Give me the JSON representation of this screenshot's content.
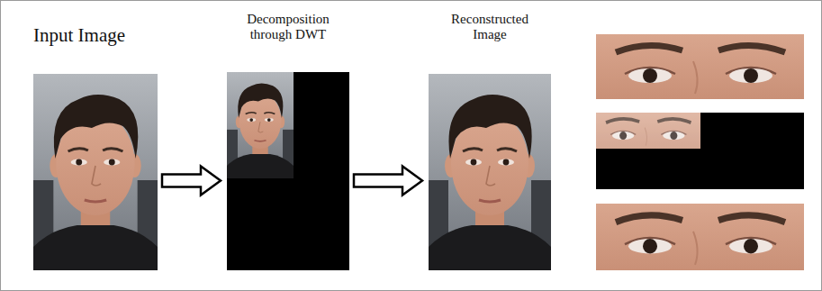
{
  "diagram": {
    "nodes": [
      {
        "text": [
          "Input Image"
        ]
      },
      {
        "text": [
          "Decomposition through DWT"
        ]
      },
      {
        "text": [
          "Reconstructed Image"
        ]
      }
    ],
    "edges": [
      {
        "from": 0,
        "to": 1,
        "arrow": "to"
      },
      {
        "from": 1,
        "to": 2,
        "arrow": "to"
      }
    ]
  }
}
